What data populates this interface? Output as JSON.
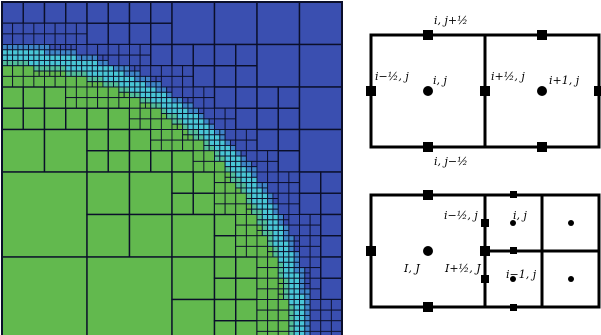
{
  "figure": {
    "left_panel": {
      "description_free": true,
      "colors": {
        "outer_field": "#3a4fb0",
        "inner_field": "#62b94e",
        "interface": "#49c6d6",
        "mesh_lines": "#0b0f2a"
      }
    },
    "top_stencil": {
      "labels": {
        "top_face": "i, j+½",
        "left_face": "i−½, j",
        "center": "i, j",
        "right_face": "i+½, j",
        "neighbor_center": "i+1, j",
        "bottom_face": "i, j−½"
      }
    },
    "bottom_stencil": {
      "labels": {
        "coarse_center": "I, J",
        "coarse_fine_face": "I+½, J",
        "fine_face": "i−½, j",
        "fine_center": "i, j",
        "fine_lower_center": "i−1, j"
      }
    }
  }
}
